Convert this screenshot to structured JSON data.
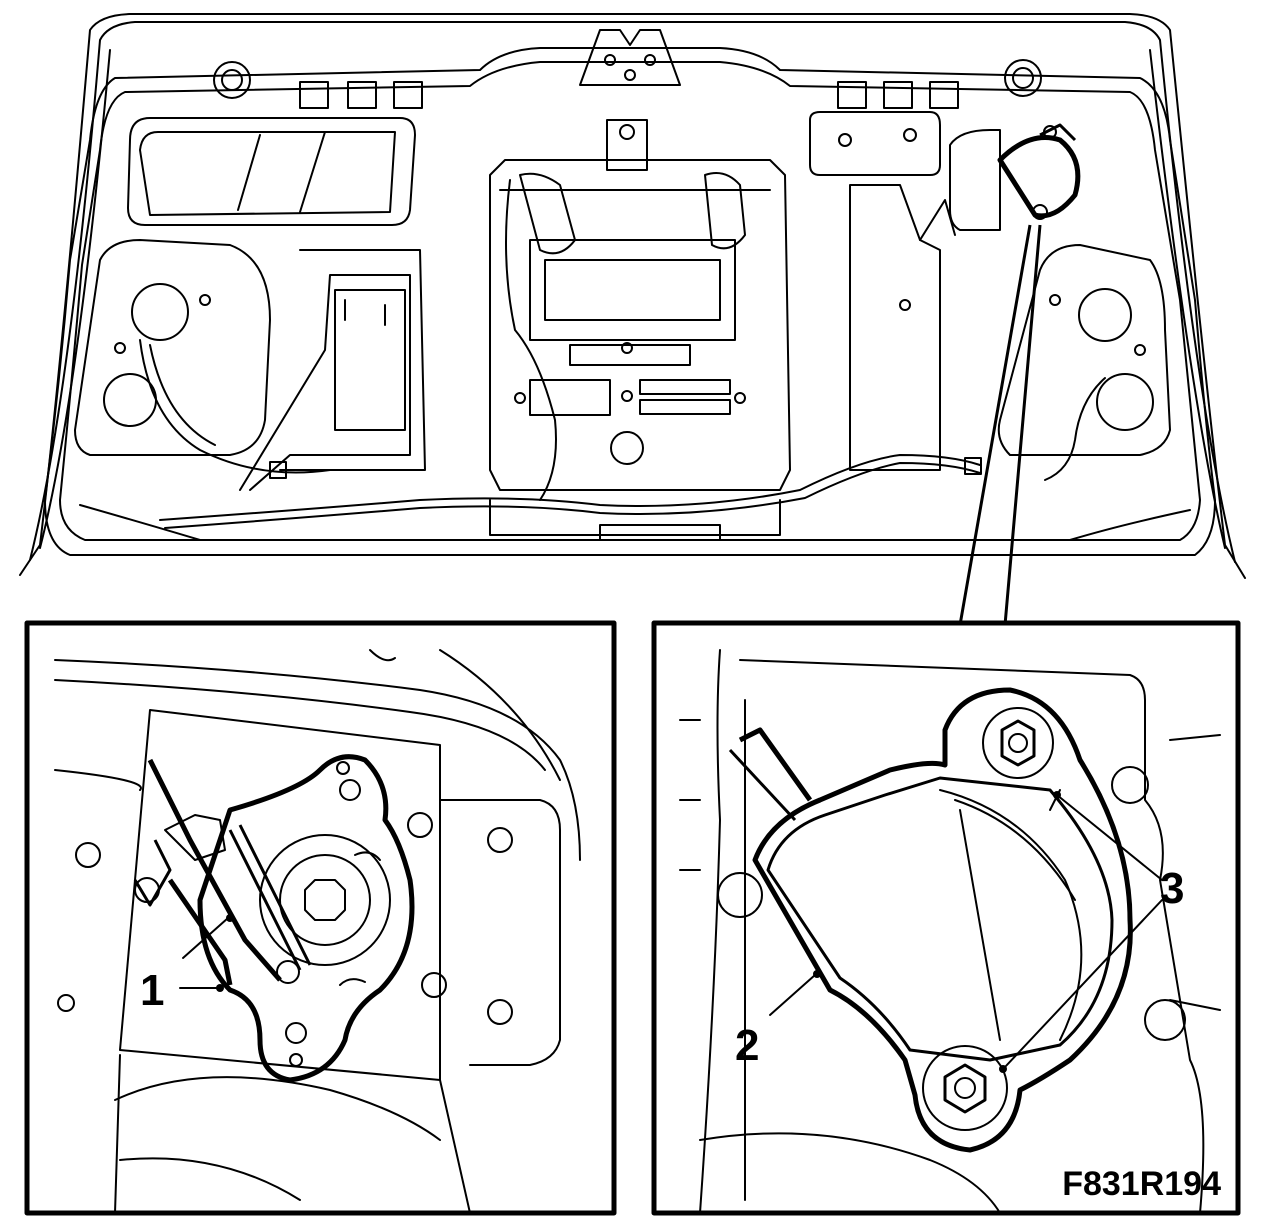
{
  "figure": {
    "code": "F831R194",
    "callouts": [
      {
        "id": "callout-1",
        "label": "1"
      },
      {
        "id": "callout-2",
        "label": "2"
      },
      {
        "id": "callout-3",
        "label": "3"
      }
    ]
  }
}
